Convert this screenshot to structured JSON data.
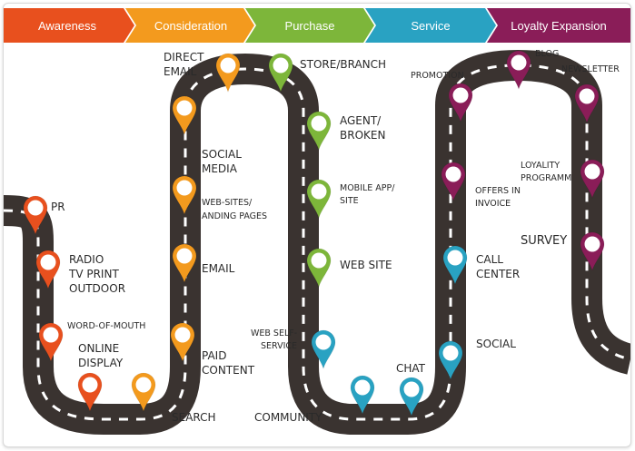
{
  "stages": [
    {
      "name": "Awareness",
      "color": "#e8501e"
    },
    {
      "name": "Consideration",
      "color": "#f39a1e"
    },
    {
      "name": "Purchase",
      "color": "#7db63a"
    },
    {
      "name": "Service",
      "color": "#29a2c2"
    },
    {
      "name": "Loyalty Expansion",
      "color": "#8a1d58"
    }
  ],
  "touchpoints": {
    "pr": [
      "PR"
    ],
    "radio": [
      "RADIO",
      "TV PRINT",
      "OUTDOOR"
    ],
    "wom": [
      "WORD-OF-MOUTH"
    ],
    "online": [
      "ONLINE",
      "DISPLAY"
    ],
    "search": [
      "SEARCH"
    ],
    "paid": [
      "PAID",
      "CONTENT"
    ],
    "email": [
      "EMAIL"
    ],
    "websites": [
      "WEB-SITES/",
      "ANDING PAGES"
    ],
    "social_media": [
      "SOCIAL",
      "MEDIA"
    ],
    "direct_email": [
      "DIRECT",
      "EMAIL"
    ],
    "store": [
      "STORE/BRANCH"
    ],
    "agent": [
      "AGENT/",
      "BROKEN"
    ],
    "mobile": [
      "MOBILE APP/",
      "SITE"
    ],
    "website": [
      "WEB SITE"
    ],
    "self_service": [
      "WEB SELF-",
      "SERVICE"
    ],
    "community": [
      "COMMUNITY"
    ],
    "chat": [
      "CHAT"
    ],
    "social": [
      "SOCIAL"
    ],
    "call_center": [
      "CALL",
      "CENTER"
    ],
    "offers": [
      "OFFERS IN",
      "INVOICE"
    ],
    "promotion": [
      "PROMOTION"
    ],
    "blog": [
      "BLOG"
    ],
    "newsletter": [
      "NEWSLETTER"
    ],
    "loyalty": [
      "LOYALITY",
      "PROGRAMM"
    ],
    "survey": [
      "SURVEY"
    ]
  }
}
